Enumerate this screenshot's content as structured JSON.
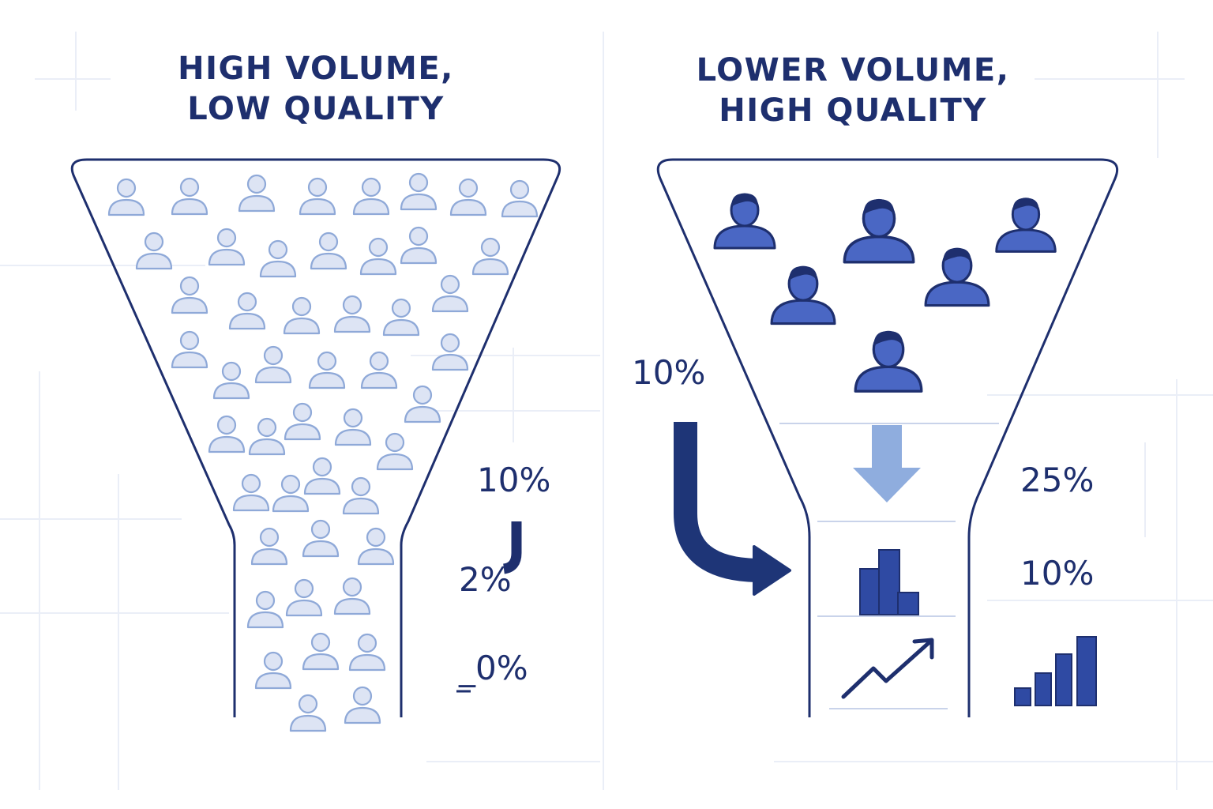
{
  "left_panel": {
    "title_line1": "HIGH VOLUME,",
    "title_line2": "LOW QUALITY",
    "stage_values": [
      "10%",
      "2%",
      "_0%"
    ]
  },
  "right_panel": {
    "title_line1": "LOWER VOLUME,",
    "title_line2": "HIGH QUALITY",
    "entry_value": "10%",
    "stage_values": [
      "25%",
      "10%"
    ]
  },
  "icons": {
    "person_light": "person-outline-icon",
    "person_dark": "person-filled-icon",
    "down_arrow": "arrow-down-icon",
    "curved_arrow": "curved-arrow-icon",
    "bar_chart": "bar-chart-icon",
    "trend": "trend-up-icon"
  },
  "colors": {
    "navy": "#1e2f6e",
    "person_light_fill": "#dde4f4",
    "person_light_stroke": "#8fa9d8",
    "person_dark_fill": "#4a67c4",
    "arrow_light": "#8fadde",
    "grid": "#eaeef7"
  }
}
